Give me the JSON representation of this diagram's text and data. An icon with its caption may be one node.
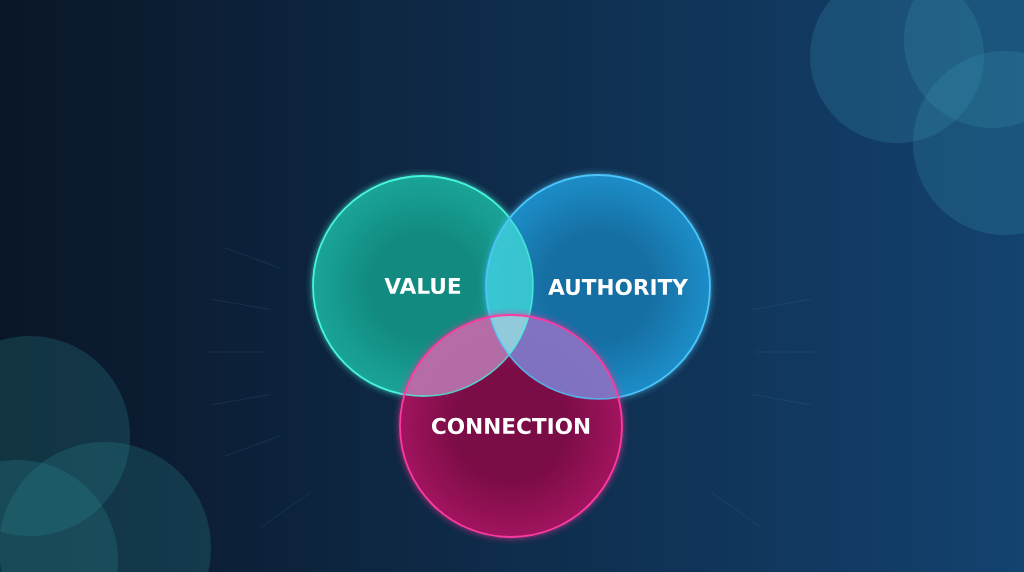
{
  "diagram": {
    "nodes": [
      {
        "text": [
          "VALUE"
        ]
      },
      {
        "text": [
          "AUTHORITY"
        ]
      },
      {
        "text": [
          "CONNECTION"
        ]
      }
    ]
  }
}
